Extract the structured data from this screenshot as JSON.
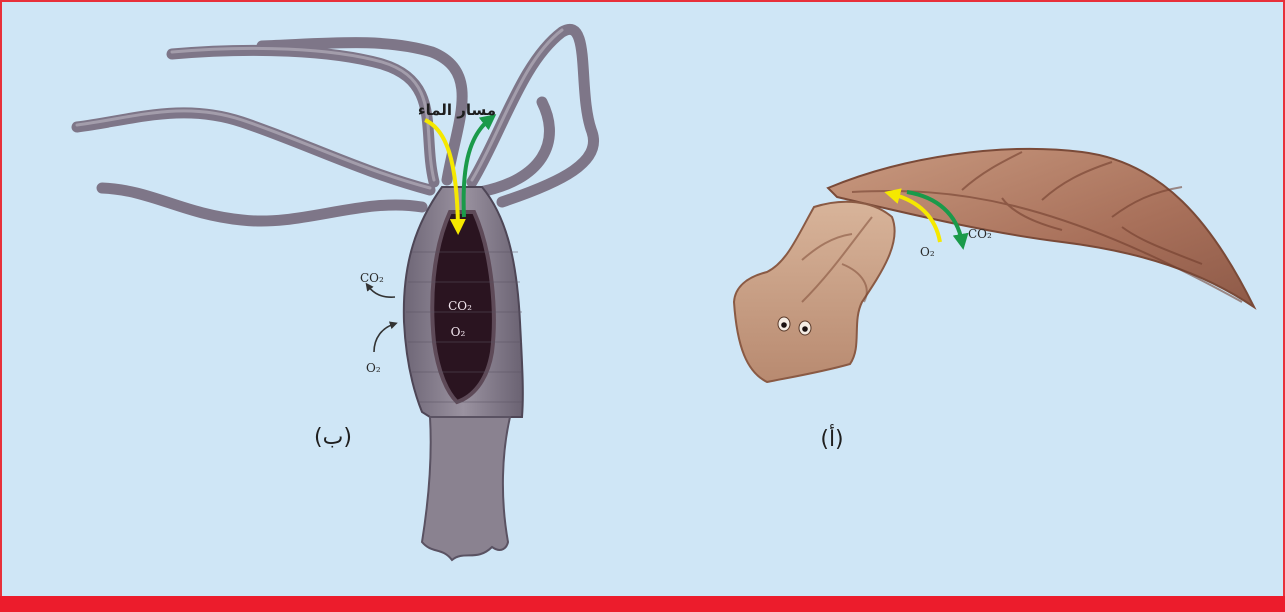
{
  "figure": {
    "colors": {
      "background": "#cfe6f6",
      "border": "#e8303a",
      "bottom_bar": "#ec1c2c",
      "arrow_in": "#f5e800",
      "arrow_out": "#1a9a4a",
      "hydra_body": "#8a8290",
      "hydra_cavity": "#2a1420",
      "planaria_body": "#b07a5e"
    }
  },
  "hydra": {
    "caption": "(ب)",
    "water_path_label": "مسار الماء",
    "outside_co2": "CO₂",
    "outside_o2": "O₂",
    "cavity_co2": "CO₂",
    "cavity_o2": "O₂"
  },
  "planaria": {
    "caption": "(أ)",
    "o2": "O₂",
    "co2": "CO₂"
  }
}
